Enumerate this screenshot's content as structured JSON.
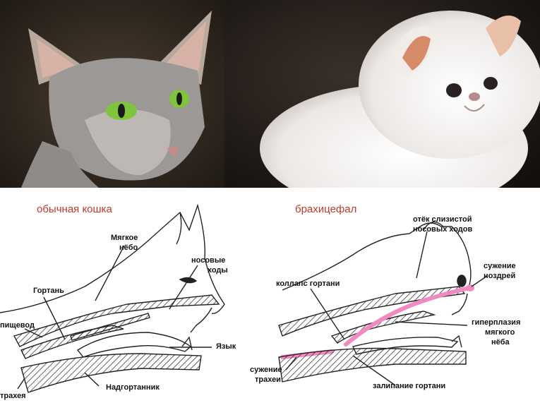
{
  "colors": {
    "title": "#c0392b",
    "pink": "#f08ac0",
    "line": "#222222"
  },
  "photos": {
    "left_icon": "oriental-cat-photo",
    "right_icon": "persian-cat-photo"
  },
  "normal_cat": {
    "title": "обычная кошка",
    "labels": {
      "soft_palate_1": "Мягкое",
      "soft_palate_2": "нёбо",
      "nasal_1": "носовые",
      "nasal_2": "ходы",
      "larynx": "Гортань",
      "esophagus": "пищевод",
      "tongue": "Язык",
      "epiglottis": "Надгортанник",
      "trachea": "трахея"
    }
  },
  "brachycephalic": {
    "title": "брахицефал",
    "labels": {
      "mucosa_edema_1": "отёк слизистой",
      "mucosa_edema_2": "носовых ходов",
      "nostril_1": "сужение",
      "nostril_2": "ноздрей",
      "larynx_collapse": "коллапс гортани",
      "hyperplasia_1": "гиперплазия",
      "hyperplasia_2": "мягкого",
      "hyperplasia_3": "нёба",
      "trachea_1": "сужение",
      "trachea_2": "трахеи",
      "larynx_sticking": "залипание гортани"
    }
  }
}
